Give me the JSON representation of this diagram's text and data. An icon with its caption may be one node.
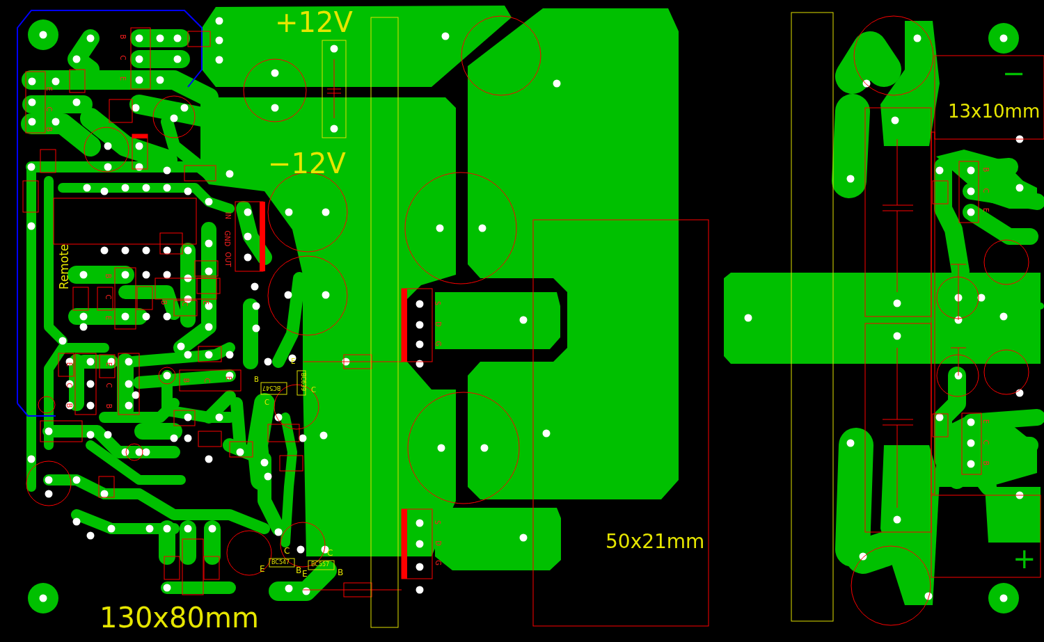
{
  "diagram": {
    "labels": [
      "+12V",
      "−12V",
      "13x10mm",
      "Remote",
      "IN",
      "GND",
      "OUT",
      "B",
      "C",
      "E",
      "E",
      "C",
      "B",
      "B",
      "C",
      "E",
      "B",
      "C",
      "E",
      "E",
      "C",
      "B",
      "E",
      "C",
      "B",
      "B",
      "C",
      "E",
      "S",
      "D",
      "G",
      "S",
      "D",
      "G",
      "B",
      "C",
      "E",
      "E",
      "C",
      "B",
      "B",
      "E",
      "C",
      "C",
      "BC547",
      "BC639",
      "E",
      "C",
      "B",
      "E",
      "C",
      "B",
      "BC547",
      "BC557",
      "50x21mm",
      "130x80mm",
      "−",
      "+"
    ]
  }
}
